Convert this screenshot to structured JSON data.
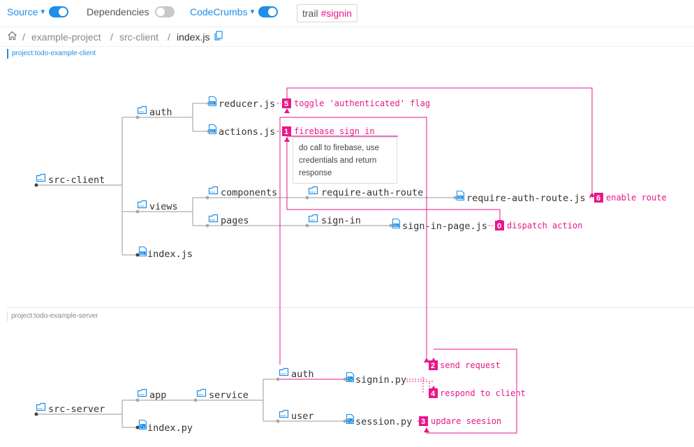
{
  "toolbar": {
    "source": {
      "label": "Source",
      "enabled": true
    },
    "dependencies": {
      "label": "Dependencies",
      "enabled": false
    },
    "codecrumbs": {
      "label": "CodeCrumbs",
      "enabled": true
    },
    "trail": {
      "label": "trail",
      "tag": "#signin"
    }
  },
  "breadcrumb": {
    "home_icon": "home-icon",
    "sep1": "/",
    "item1": "example-project",
    "sep2": "/",
    "item2": "src-client",
    "sep3": "/",
    "item3": "index.js",
    "copy_icon": "copy-icon"
  },
  "projects": {
    "client": "project:todo-example-client",
    "server": "project:todo-example-server"
  },
  "tree": {
    "client": {
      "root": "src-client",
      "auth": "auth",
      "reducer": "reducer.js",
      "actions": "actions.js",
      "views": "views",
      "components": "components",
      "require_auth_route_dir": "require-auth-route",
      "require_auth_route_file": "require-auth-route.js",
      "pages": "pages",
      "sign_in_dir": "sign-in",
      "sign_in_page": "sign-in-page.js",
      "index": "index.js"
    },
    "server": {
      "root": "src-server",
      "app": "app",
      "service": "service",
      "auth": "auth",
      "signin": "signin.py",
      "user": "user",
      "session": "session.py",
      "index": "index.py"
    }
  },
  "crumbs": {
    "c0": {
      "num": "0",
      "text": "dispatch action"
    },
    "c1": {
      "num": "1",
      "text": "firebase sign in"
    },
    "c2": {
      "num": "2",
      "text": "send request"
    },
    "c3": {
      "num": "3",
      "text": "updare seesion"
    },
    "c4": {
      "num": "4",
      "text": "respond to client"
    },
    "c5": {
      "num": "5",
      "text": "toggle 'authenticated' flag"
    },
    "c6": {
      "num": "6",
      "text": "enable route"
    }
  },
  "note": {
    "line1": "do call to firebase, use",
    "line2": "credentials and return",
    "line3": "response"
  },
  "colors": {
    "accent": "#1e8ee8",
    "crumb": "#e8178a",
    "tree": "#9a9a9a"
  }
}
